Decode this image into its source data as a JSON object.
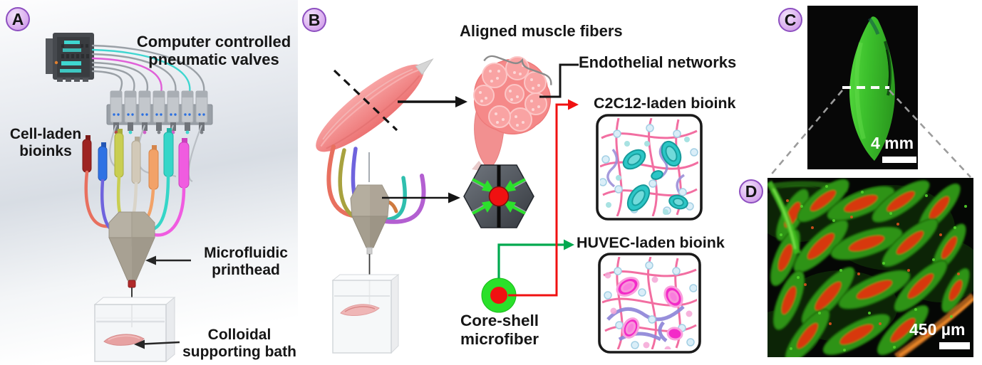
{
  "panel_a": {
    "badge": "A",
    "label_valves": "Computer controlled pneumatic valves",
    "label_bioinks": "Cell-laden bioinks",
    "label_printhead": "Microfluidic printhead",
    "label_bath": "Colloidal supporting bath"
  },
  "panel_b": {
    "badge": "B",
    "label_muscle": "Aligned muscle fibers",
    "label_endothelial": "Endothelial networks",
    "label_c2c12": "C2C12-laden bioink",
    "label_huvec": "HUVEC-laden bioink",
    "label_coreshell": "Core-shell microfiber"
  },
  "panel_c": {
    "badge": "C",
    "scale_label": "4 mm"
  },
  "panel_d": {
    "badge": "D",
    "scale_label": "450 µm"
  },
  "colors": {
    "badge_fill": "#ddb4f0",
    "badge_border": "#8d4fc0",
    "arrow_red": "#ee1111",
    "arrow_green": "#00a94f",
    "core_shell_green": "#2ae02a",
    "core_shell_red": "#f01111",
    "label_text": "#161616",
    "scale_text": "#ffffff"
  }
}
